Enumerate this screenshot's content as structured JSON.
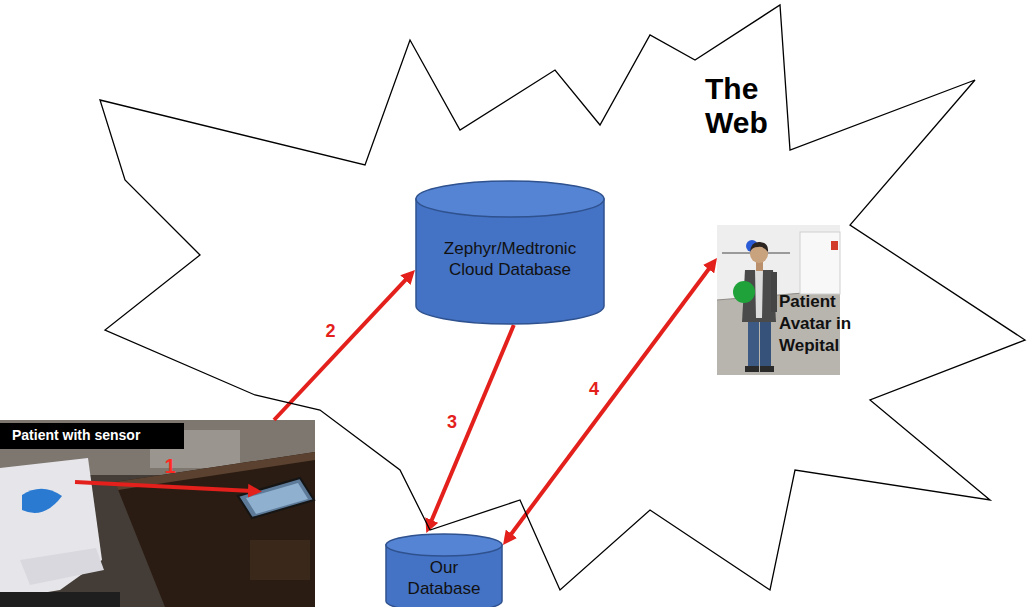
{
  "diagram": {
    "nodes": [
      {
        "text": [
          "The Web"
        ]
      },
      {
        "text": [
          "Zephyr/Medtronic Cloud Database"
        ],
        "in": 0
      },
      {
        "text": [
          "Patient Avatar in Wepital"
        ],
        "in": 0
      },
      {
        "text": [
          "Patient with sensor"
        ]
      },
      {
        "text": [
          "Our Database"
        ]
      }
    ],
    "edges": [
      {
        "from": 3,
        "to": 1,
        "label": "2",
        "arrow": "to"
      },
      {
        "from": 1,
        "to": 4,
        "label": "3",
        "arrow": "to"
      },
      {
        "from": 4,
        "to": 2,
        "label": "4",
        "arrow": "both"
      }
    ],
    "labels": [
      "1"
    ]
  }
}
